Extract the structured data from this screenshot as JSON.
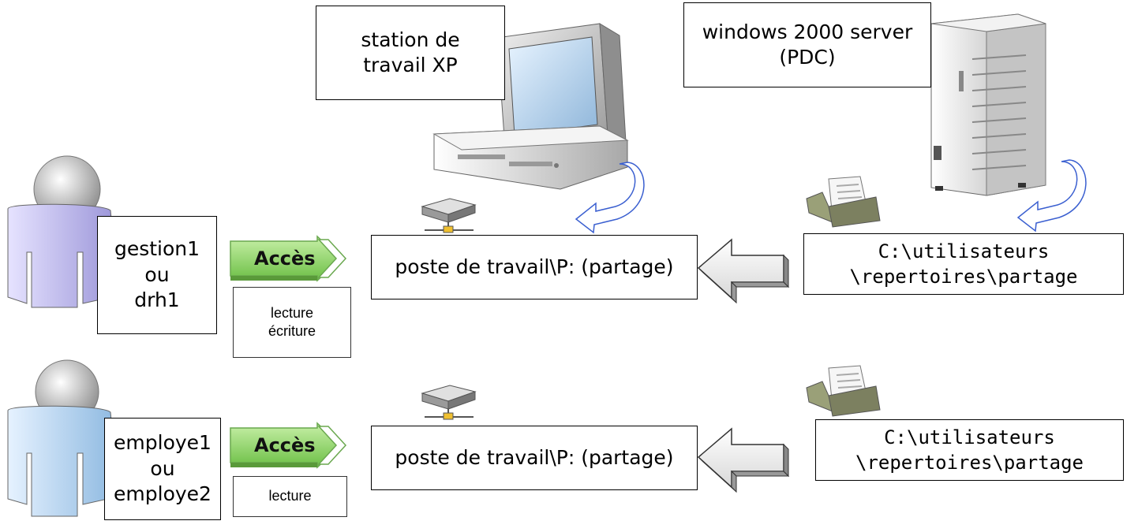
{
  "labels": {
    "workstation": [
      "station de",
      "travail XP"
    ],
    "server": [
      "windows 2000 server",
      "(PDC)"
    ]
  },
  "rows": [
    {
      "users": [
        "gestion1",
        "ou",
        "drh1"
      ],
      "access_label": "Accès",
      "rights": [
        "lecture",
        "écriture"
      ],
      "share": "poste de travail\\P: (partage)",
      "path": [
        "C:\\utilisateurs",
        "\\repertoires\\partage"
      ]
    },
    {
      "users": [
        "employe1",
        "ou",
        "employe2"
      ],
      "access_label": "Accès",
      "rights": [
        "lecture"
      ],
      "share": "poste de travail\\P: (partage)",
      "path": [
        "C:\\utilisateurs",
        "\\repertoires\\partage"
      ]
    }
  ],
  "colors": {
    "user1": "#c9c4f0",
    "user2": "#bcd8f2",
    "access_green": "#8fd16a",
    "curl_blue": "#3a5fd0",
    "folder": "#7c8060"
  }
}
